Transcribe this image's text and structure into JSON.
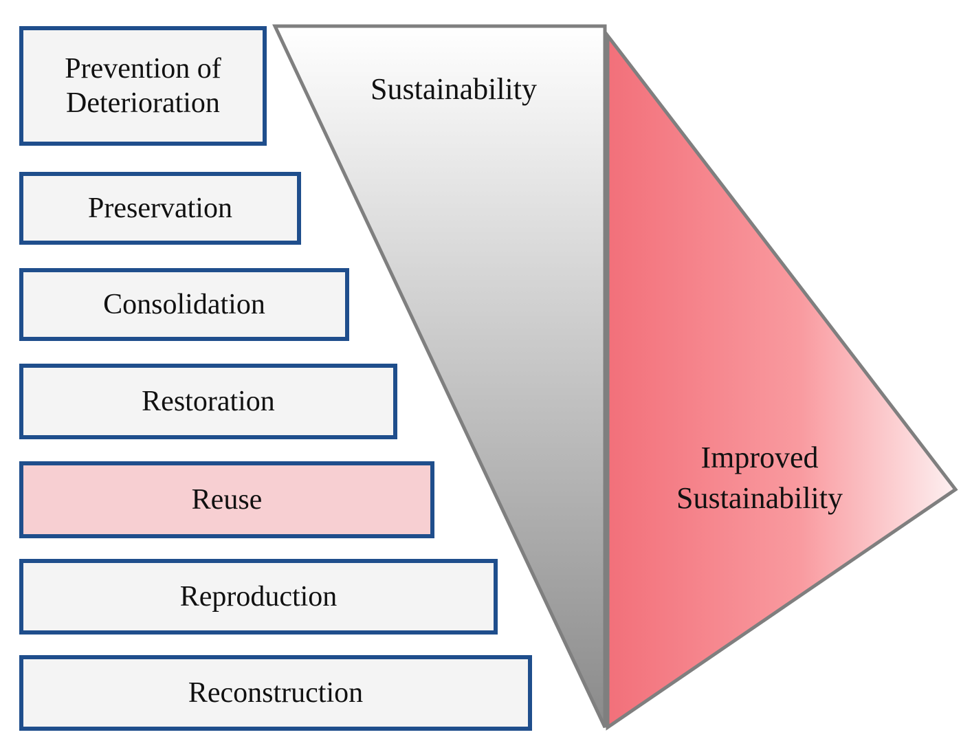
{
  "diagram": {
    "levels": [
      {
        "id": "prevention",
        "lines": [
          "Prevention of",
          "Deterioration"
        ],
        "highlighted": false
      },
      {
        "id": "preservation",
        "lines": [
          "Preservation"
        ],
        "highlighted": false
      },
      {
        "id": "consolidation",
        "lines": [
          "Consolidation"
        ],
        "highlighted": false
      },
      {
        "id": "restoration",
        "lines": [
          "Restoration"
        ],
        "highlighted": false
      },
      {
        "id": "reuse",
        "lines": [
          "Reuse"
        ],
        "highlighted": true
      },
      {
        "id": "reproduction",
        "lines": [
          "Reproduction"
        ],
        "highlighted": false
      },
      {
        "id": "reconstruction",
        "lines": [
          "Reconstruction"
        ],
        "highlighted": false
      }
    ],
    "sustainability_label": "Sustainability",
    "improved_label_lines": [
      "Improved",
      "Sustainability"
    ]
  },
  "colors": {
    "box_border": "#1f4e8c",
    "box_fill": "#f4f4f4",
    "highlight_fill": "#f7cfd2",
    "grey_top": "#ffffff",
    "grey_bottom": "#8a8a8a",
    "red_left": "#f2707a",
    "red_right": "#fdf0f1",
    "triangle_stroke": "#7f7f7f"
  }
}
